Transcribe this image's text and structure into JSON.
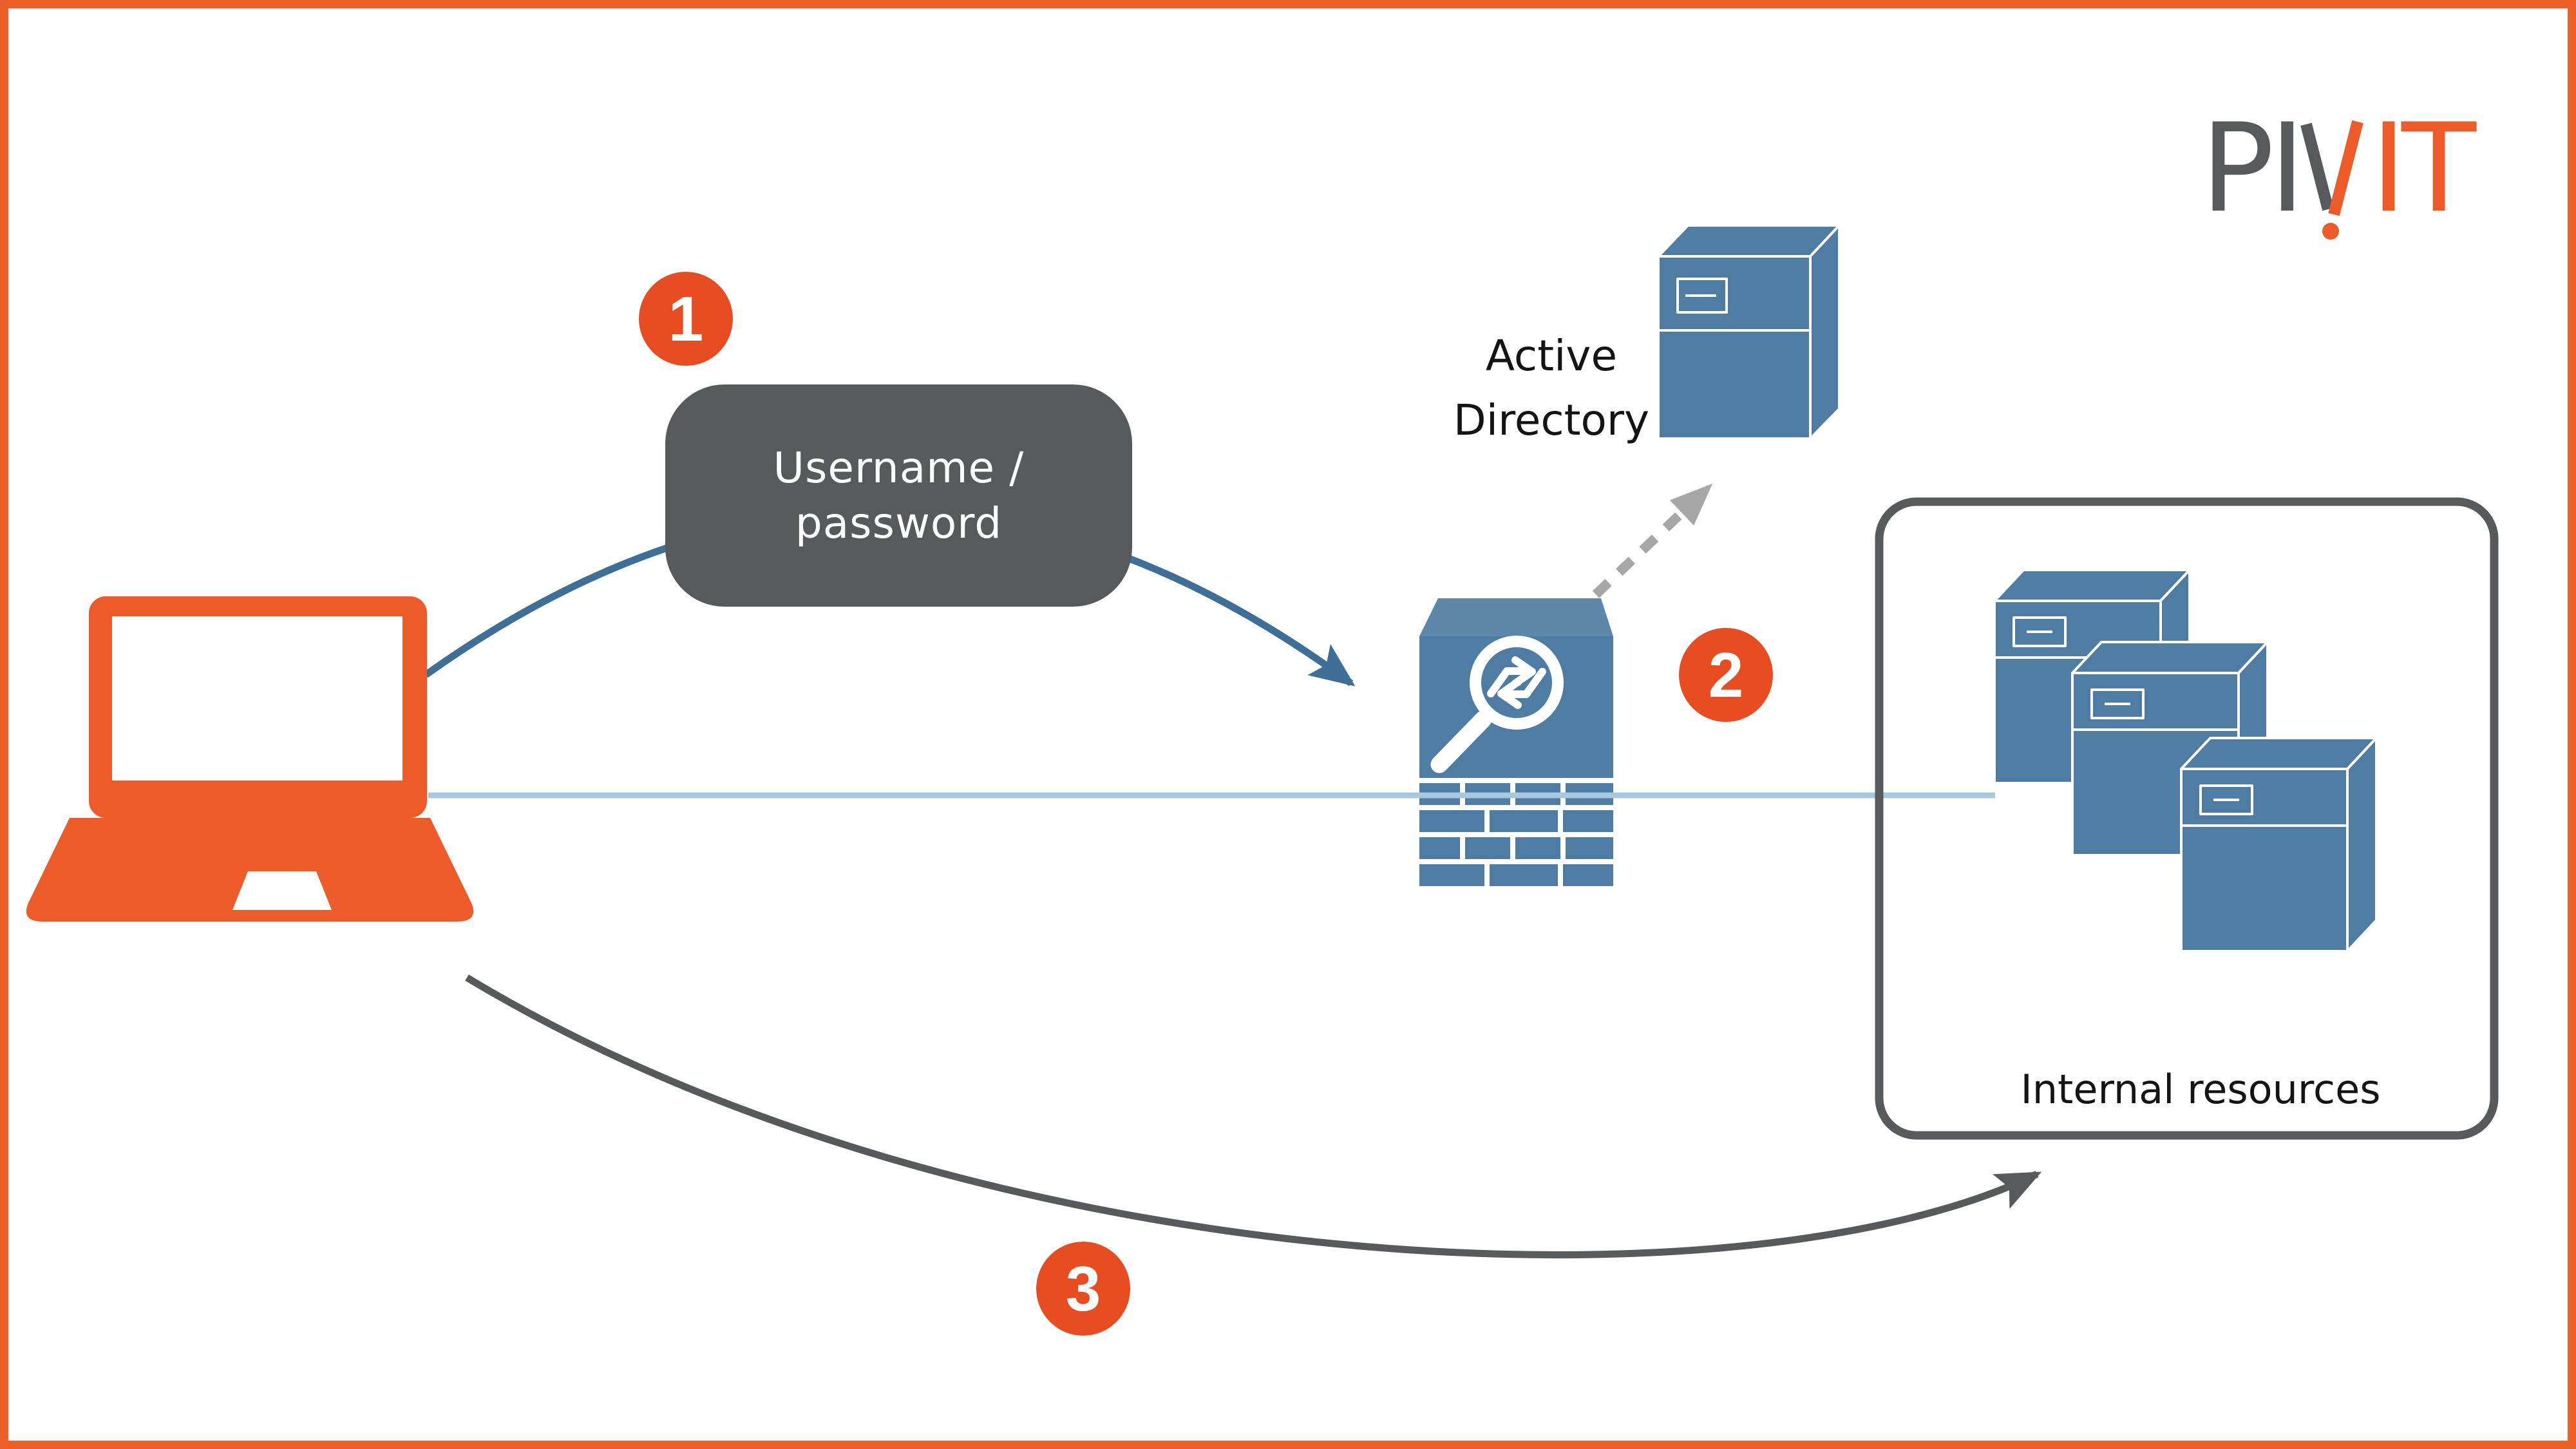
{
  "logo": {
    "text": "PIVIT",
    "gray_part": "PI",
    "v_letter": "V",
    "orange_part": "IT",
    "gray_color": "#58595B",
    "orange_color": "#EC5B28"
  },
  "badges": {
    "step1": "1",
    "step2": "2",
    "step3": "3"
  },
  "labels": {
    "credentials_line1": "Username /",
    "credentials_line2": "password",
    "active_directory_line1": "Active",
    "active_directory_line2": "Directory",
    "internal_resources": "Internal resources"
  },
  "icons": {
    "client": "laptop-icon",
    "gateway": "firewall-icon",
    "directory": "active-directory-server-icon",
    "resources": "server-stack-icon",
    "step1_flow": "credentials-arrow",
    "step2_flow": "directory-lookup-dashed-arrow",
    "step3_flow": "resource-access-arrow",
    "session": "session-line"
  },
  "colors": {
    "frame_orange": "#ED6028",
    "laptop_orange": "#EC5B28",
    "badge_orange": "#E84D22",
    "dark_gray": "#58595B",
    "server_blue": "#4E7CA2",
    "server_blue_top": "#5E88AA",
    "auth_arrow_blue": "#3E6F96",
    "session_line_blue": "#A7C9DB",
    "dashed_arrow_gray": "#A7A7A7",
    "label_text": "#141414",
    "background": "#FFFFFF"
  }
}
